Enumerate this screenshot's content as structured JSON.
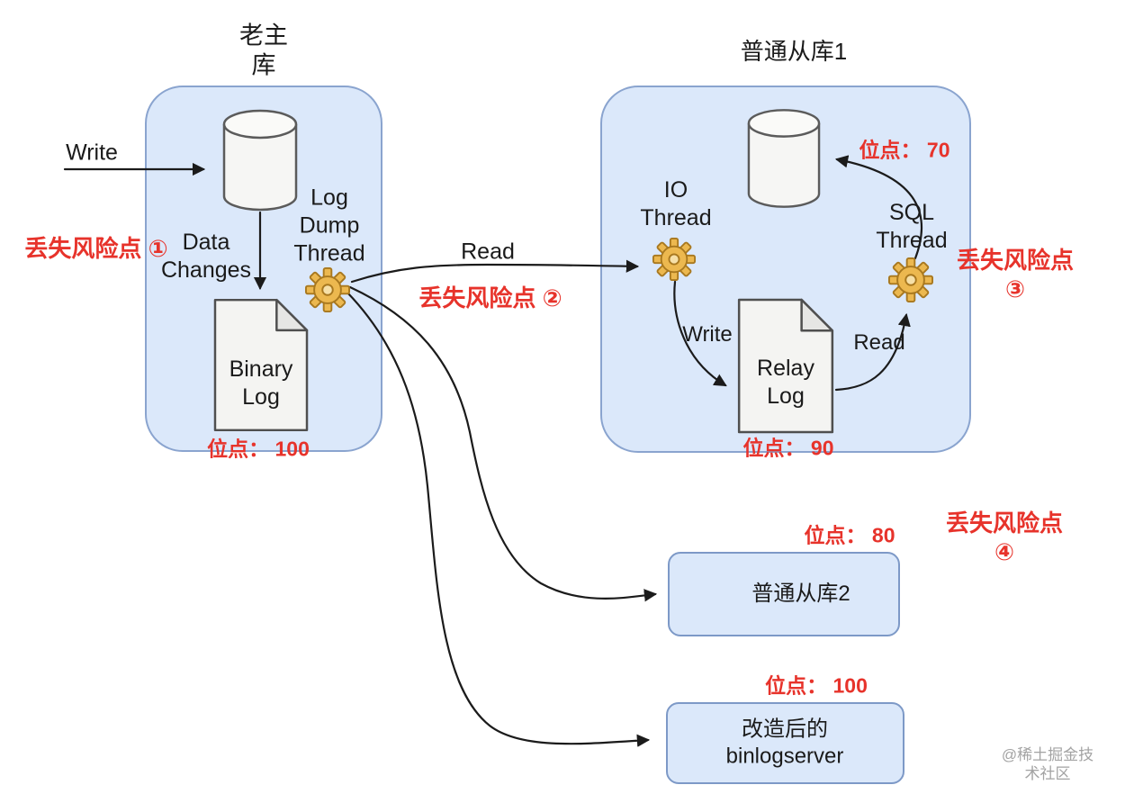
{
  "master": {
    "title": "老主\n库",
    "write_label": "Write",
    "data_changes_label": "Data\nChanges",
    "log_dump_thread_label": "Log\nDump\nThread",
    "binary_log_label": "Binary\nLog",
    "position": "位点： 100"
  },
  "edge_read_label": "Read",
  "risks": {
    "r1": "丢失风险点 ①",
    "r2": "丢失风险点 ②",
    "r3": "丢失风险点 ③",
    "r4": "丢失风险点 ④"
  },
  "slave1": {
    "title": "普通从库1",
    "io_thread_label": "IO\nThread",
    "sql_thread_label": "SQL\nThread",
    "relay_log_label": "Relay\nLog",
    "write_label": "Write",
    "read_label": "Read",
    "db_position": "位点： 70",
    "relay_position": "位点： 90"
  },
  "slave2": {
    "title": "普通从库2",
    "position": "位点： 80"
  },
  "binlogserver": {
    "title": "改造后的\nbinlogserver",
    "position": "位点： 100"
  },
  "watermark": "@稀土掘金技术社区",
  "colors": {
    "box_fill": "#dbe8fa",
    "box_border": "#8aa4cf",
    "risk_red": "#e7332b",
    "gear_gold": "#ecb84f",
    "line_black": "#1b1b1b"
  }
}
